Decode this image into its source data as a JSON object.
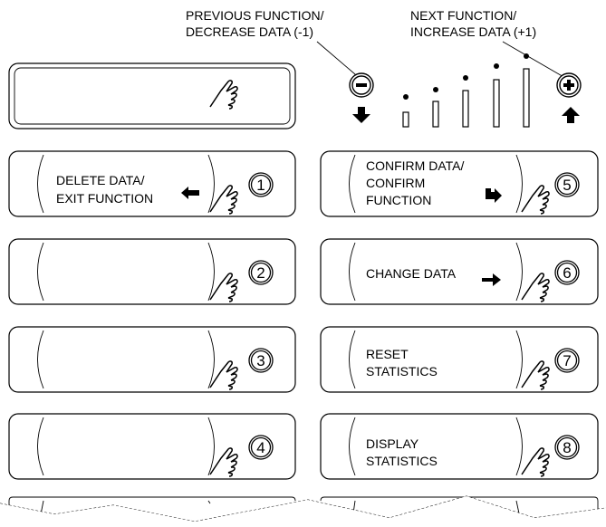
{
  "header": {
    "previous_line1": "PREVIOUS FUNCTION/",
    "previous_line2": "DECREASE DATA (-1)",
    "next_line1": "NEXT FUNCTION/",
    "next_line2": "INCREASE DATA (+1)"
  },
  "icons": {
    "minus_button": "minus-circle-icon",
    "plus_button": "plus-circle-icon",
    "decrease_arrow": "arrow-down-icon",
    "increase_arrow": "arrow-up-icon",
    "hand": "hand-pointer-icon"
  },
  "level_indicator": {
    "bars": 5
  },
  "left_keys": [
    {
      "number": "1",
      "line1": "DELETE DATA/",
      "line2": "EXIT FUNCTION",
      "line3": "",
      "arrow": "arrow-left-icon"
    },
    {
      "number": "2",
      "line1": "",
      "line2": "",
      "line3": "",
      "arrow": ""
    },
    {
      "number": "3",
      "line1": "",
      "line2": "",
      "line3": "",
      "arrow": ""
    },
    {
      "number": "4",
      "line1": "",
      "line2": "",
      "line3": "",
      "arrow": ""
    }
  ],
  "right_keys": [
    {
      "number": "5",
      "line1": "CONFIRM DATA/",
      "line2": "CONFIRM",
      "line3": "FUNCTION",
      "arrow": "arrow-return-icon"
    },
    {
      "number": "6",
      "line1": "CHANGE DATA",
      "line2": "",
      "line3": "",
      "arrow": "arrow-right-icon"
    },
    {
      "number": "7",
      "line1": "RESET",
      "line2": "STATISTICS",
      "line3": "",
      "arrow": ""
    },
    {
      "number": "8",
      "line1": "DISPLAY",
      "line2": "STATISTICS",
      "line3": "",
      "arrow": ""
    }
  ]
}
